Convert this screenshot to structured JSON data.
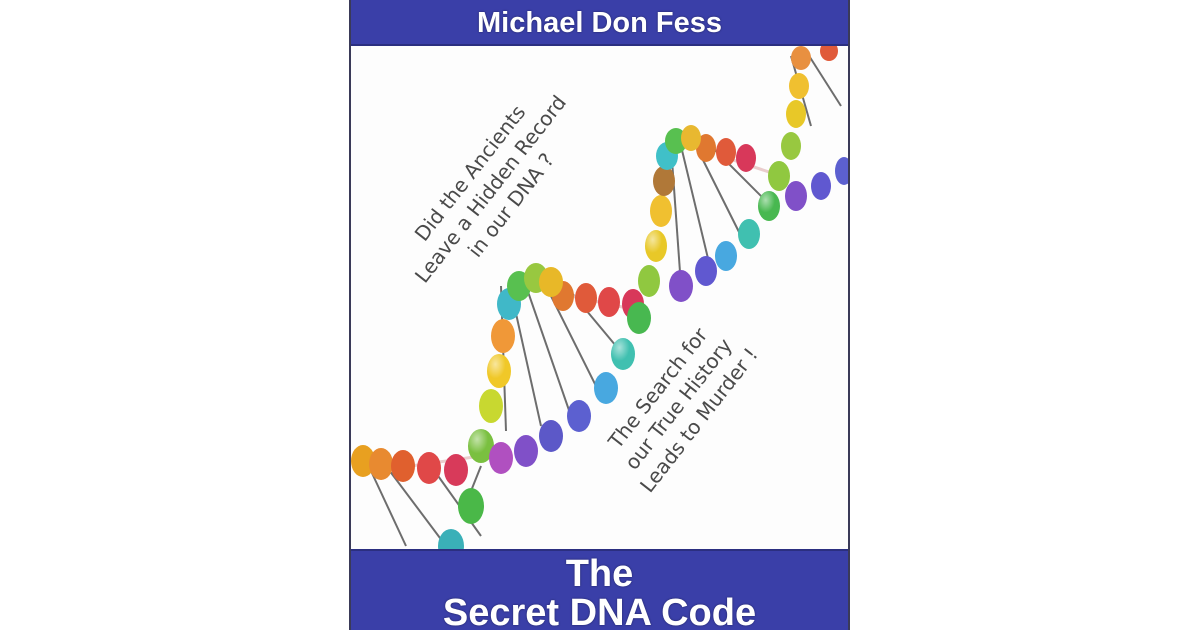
{
  "cover": {
    "author": "Michael Don Fess",
    "title_line1": "The",
    "title_line2": "Secret DNA Code",
    "tagline_top": {
      "line1": "Did the Ancients",
      "line2": "Leave a Hidden Record",
      "line3": "in our DNA ?"
    },
    "tagline_bottom": {
      "line1": "The Search for",
      "line2": "our True History",
      "line3": "Leads to Murder !"
    },
    "colors": {
      "band": "#3a3fa8",
      "band_text": "#ffffff",
      "tagline_text": "#4a4a4a",
      "background": "#fdfdfd"
    },
    "image": "dna-double-helix-illustration"
  }
}
